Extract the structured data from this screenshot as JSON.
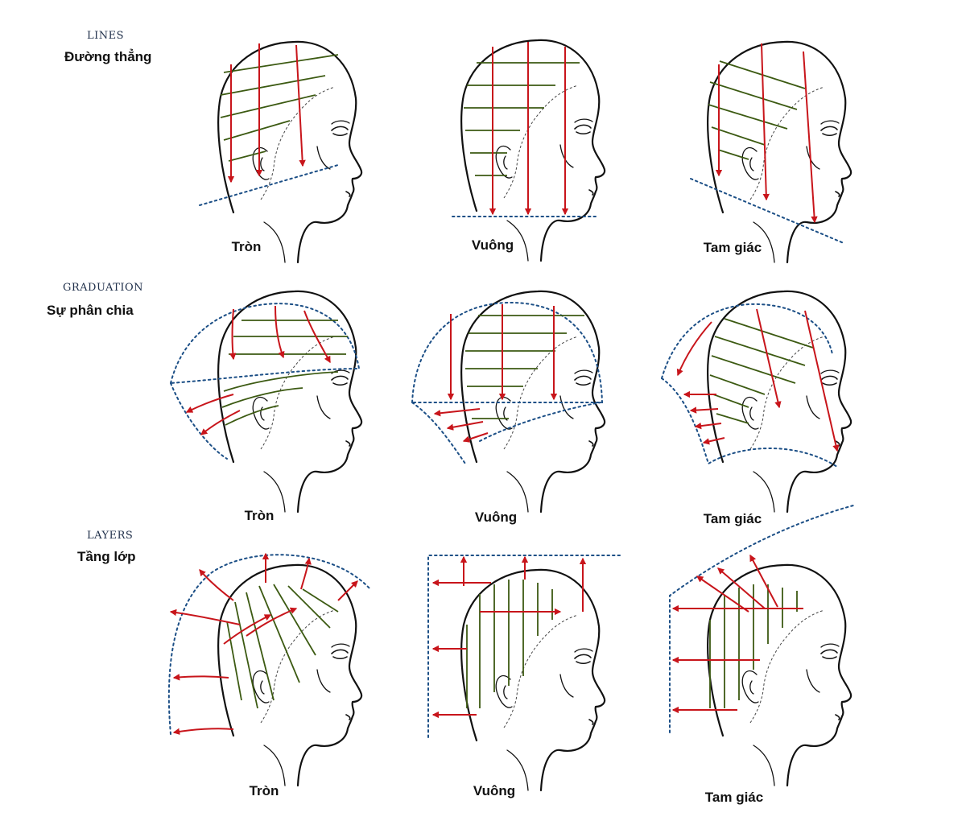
{
  "sections": [
    {
      "title_en": "LINES",
      "title_vi": "Đường thẳng",
      "captions": [
        "Tròn",
        "Vuông",
        "Tam giác"
      ]
    },
    {
      "title_en": "GRADUATION",
      "title_vi": "Sự phân chia",
      "captions": [
        "Tròn",
        "Vuông",
        "Tam giác"
      ]
    },
    {
      "title_en": "LAYERS",
      "title_vi": "Tầng lớp",
      "captions": [
        "Tròn",
        "Vuông",
        "Tam giác"
      ]
    }
  ],
  "colors": {
    "guide_arrow": "#c8151b",
    "section_line": "#3c5a12",
    "dotted_guide": "#1c4f86",
    "outline": "#111111"
  }
}
